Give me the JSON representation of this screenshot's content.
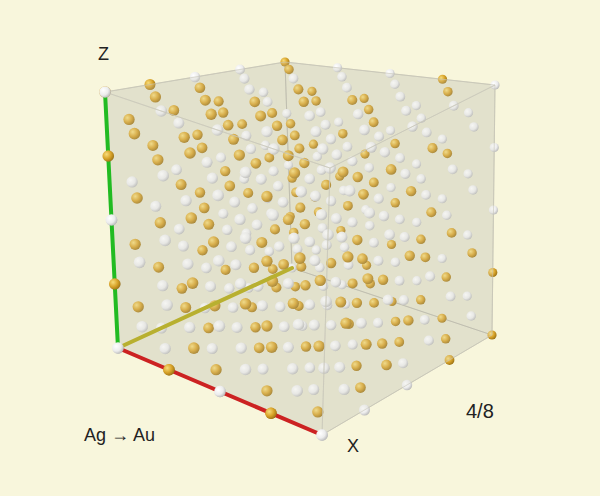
{
  "diagram": {
    "labels": [
      "Z",
      "X",
      "Ag → Au",
      "4/8"
    ]
  }
}
